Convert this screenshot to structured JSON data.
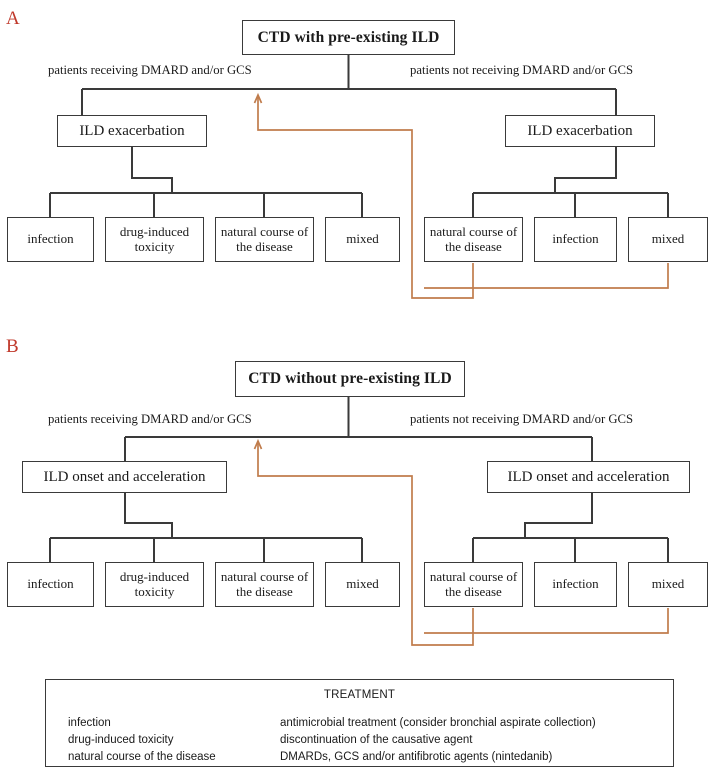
{
  "panels": [
    {
      "letter": "A",
      "title": "CTD with pre-existing ILD",
      "left_label": "patients receiving DMARD and/or GCS",
      "right_label": "patients not receiving DMARD and/or GCS",
      "left_mid": "ILD exacerbation",
      "right_mid": "ILD exacerbation",
      "left_leaves": [
        "infection",
        "drug-induced toxicity",
        "natural course of the disease",
        "mixed"
      ],
      "right_leaves": [
        "natural course of the disease",
        "infection",
        "mixed"
      ]
    },
    {
      "letter": "B",
      "title": "CTD without pre-existing ILD",
      "left_label": "patients receiving DMARD and/or GCS",
      "right_label": "patients not receiving DMARD and/or GCS",
      "left_mid": "ILD onset and acceleration",
      "right_mid": "ILD onset and acceleration",
      "left_leaves": [
        "infection",
        "drug-induced toxicity",
        "natural course of the disease",
        "mixed"
      ],
      "right_leaves": [
        "natural course of the disease",
        "infection",
        "mixed"
      ]
    }
  ],
  "treatment": {
    "title": "TREATMENT",
    "rows": [
      {
        "cause": "infection",
        "therapy": "antimicrobial treatment (consider bronchial aspirate collection)"
      },
      {
        "cause": "drug-induced toxicity",
        "therapy": "discontinuation of the causative agent"
      },
      {
        "cause": "natural course of the disease",
        "therapy": "DMARDs, GCS and/or antifibrotic agents (nintedanib)"
      }
    ]
  },
  "colors": {
    "line": "#3a3a3a",
    "feedback": "#c07c4c",
    "letter": "#c0392b",
    "box_border": "#3a3a3a",
    "background": "#ffffff"
  }
}
